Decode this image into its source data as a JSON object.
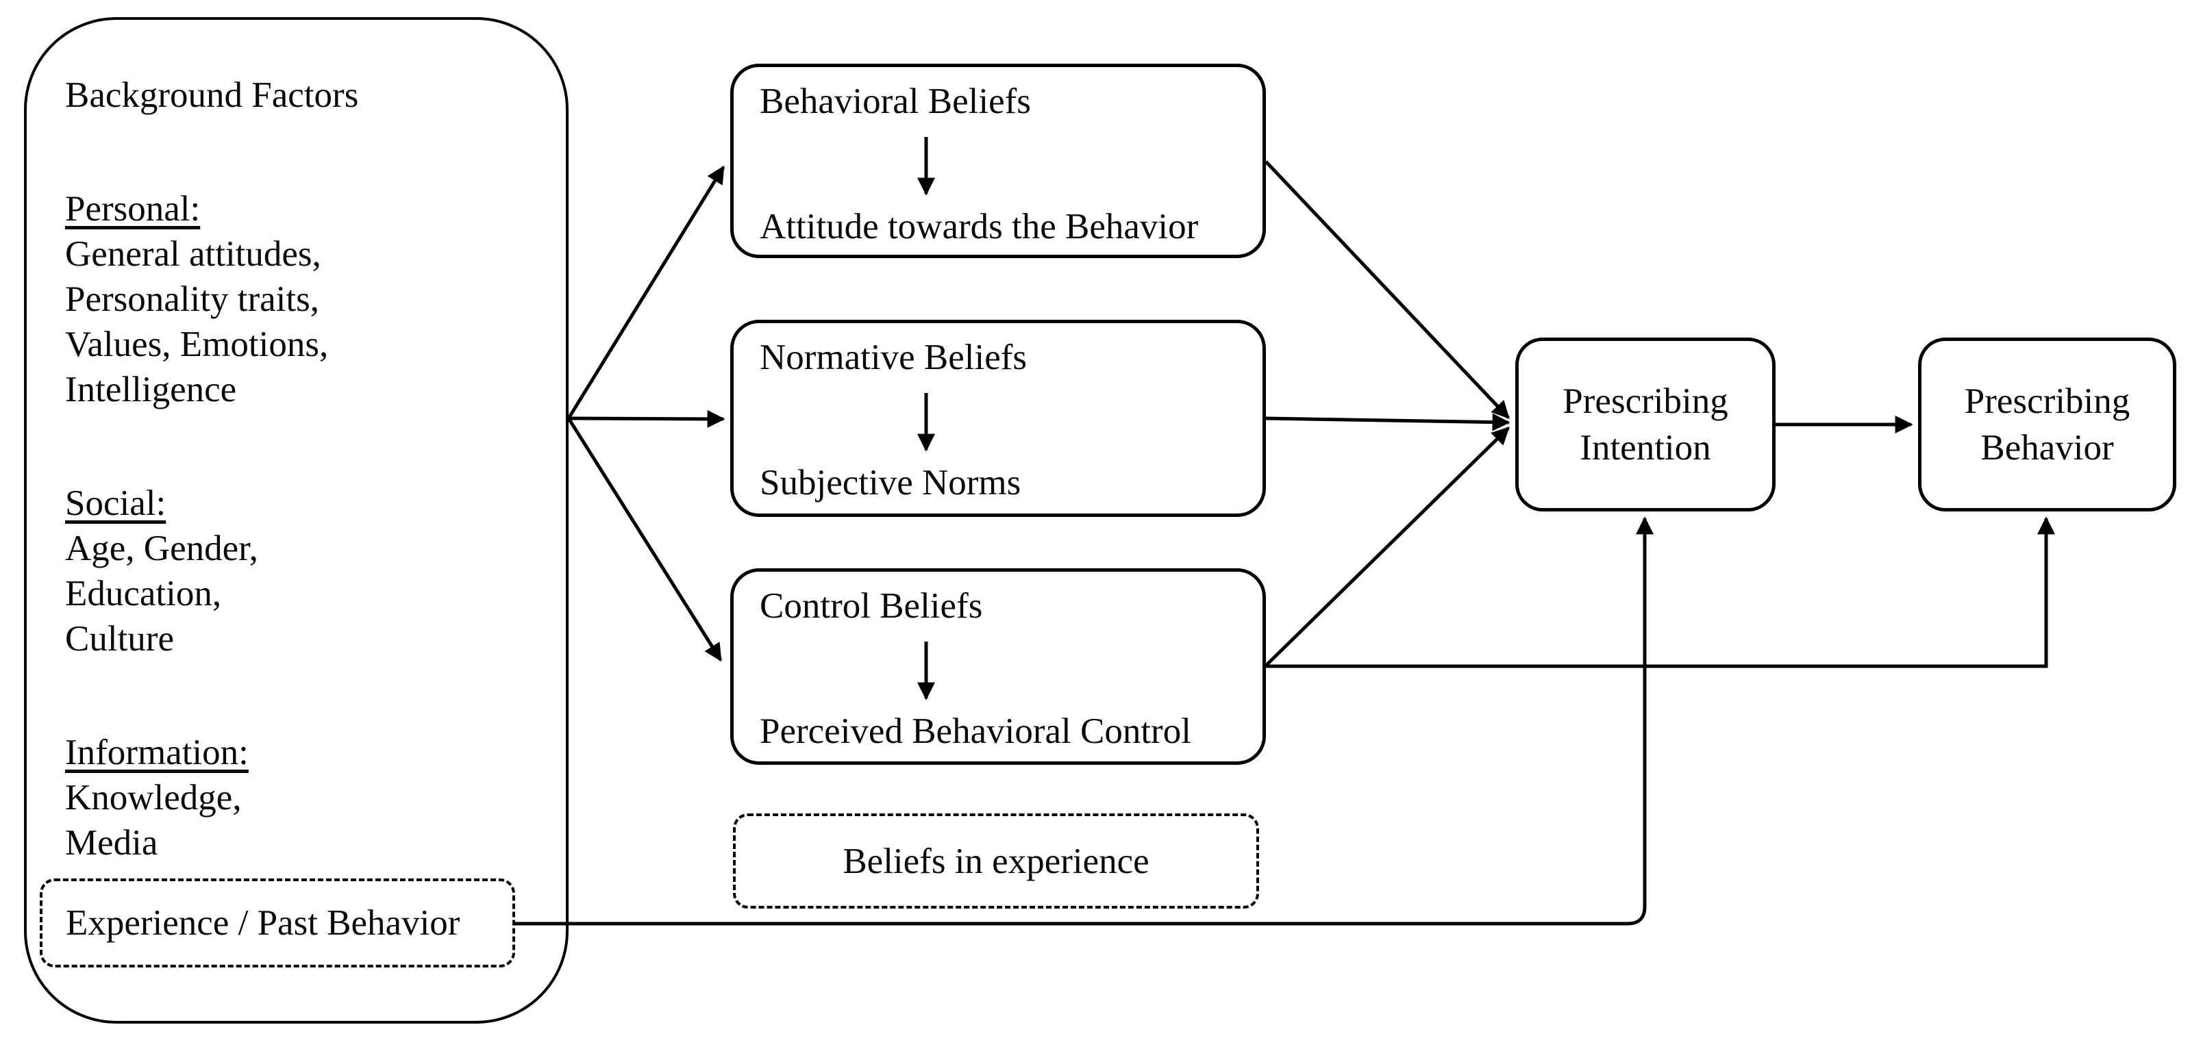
{
  "background_box": {
    "title": "Background Factors",
    "sections": [
      {
        "heading": "Personal:",
        "lines": [
          "General attitudes,",
          "Personality traits,",
          "Values, Emotions,",
          "Intelligence"
        ]
      },
      {
        "heading": "Social:",
        "lines": [
          "Age, Gender,",
          "Education,",
          "Culture"
        ]
      },
      {
        "heading": "Information:",
        "lines": [
          "Knowledge,",
          "Media"
        ]
      }
    ],
    "experience_box": {
      "label": "Experience / Past Behavior"
    }
  },
  "belief_boxes": [
    {
      "top_label": "Behavioral Beliefs",
      "bottom_label": "Attitude towards the Behavior"
    },
    {
      "top_label": "Normative Beliefs",
      "bottom_label": "Subjective Norms"
    },
    {
      "top_label": "Control Beliefs",
      "bottom_label": "Perceived Behavioral Control"
    }
  ],
  "beliefs_in_experience_box": {
    "label": "Beliefs in experience"
  },
  "outcome_boxes": [
    {
      "line1": "Prescribing",
      "line2": "Intention"
    },
    {
      "line1": "Prescribing",
      "line2": "Behavior"
    }
  ],
  "icons": {
    "down_arrow": "↓",
    "right_arrow": "→"
  },
  "colors": {
    "stroke": "#000000",
    "background": "#ffffff",
    "text": "#0a0a0a"
  }
}
